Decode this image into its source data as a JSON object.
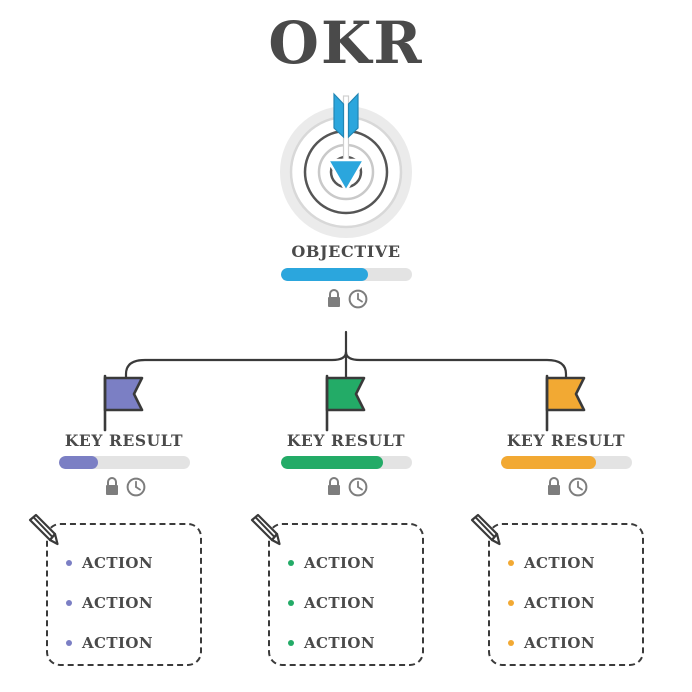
{
  "title": "OKR",
  "colors": {
    "title_text": "#4a4a4a",
    "body_text": "#4a4a4a",
    "objective_accent": "#2ba6dd",
    "track_empty": "#e3e3e3",
    "line": "#3a3a3a",
    "icon_gray": "#7d7d7d",
    "target_ring": "#e8e8e8"
  },
  "objective": {
    "icon": "target-bullseye-icon",
    "label": "OBJECTIVE",
    "progress_percent": 67,
    "accent": "#2ba6dd",
    "meta_icons": [
      "lock-icon",
      "clock-icon"
    ]
  },
  "key_results": [
    {
      "flag_icon": "flag-icon",
      "label": "KEY RESULT",
      "progress_percent": 30,
      "accent": "#7b7fc4",
      "meta_icons": [
        "lock-icon",
        "clock-icon"
      ],
      "actions_icon": "pencil-icon",
      "actions": [
        "ACTION",
        "ACTION",
        "ACTION"
      ]
    },
    {
      "flag_icon": "flag-icon",
      "label": "KEY RESULT",
      "progress_percent": 78,
      "accent": "#23ab67",
      "meta_icons": [
        "lock-icon",
        "clock-icon"
      ],
      "actions_icon": "pencil-icon",
      "actions": [
        "ACTION",
        "ACTION",
        "ACTION"
      ]
    },
    {
      "flag_icon": "flag-icon",
      "label": "KEY RESULT",
      "progress_percent": 73,
      "accent": "#f2a933",
      "meta_icons": [
        "lock-icon",
        "clock-icon"
      ],
      "actions_icon": "pencil-icon",
      "actions": [
        "ACTION",
        "ACTION",
        "ACTION"
      ]
    }
  ]
}
